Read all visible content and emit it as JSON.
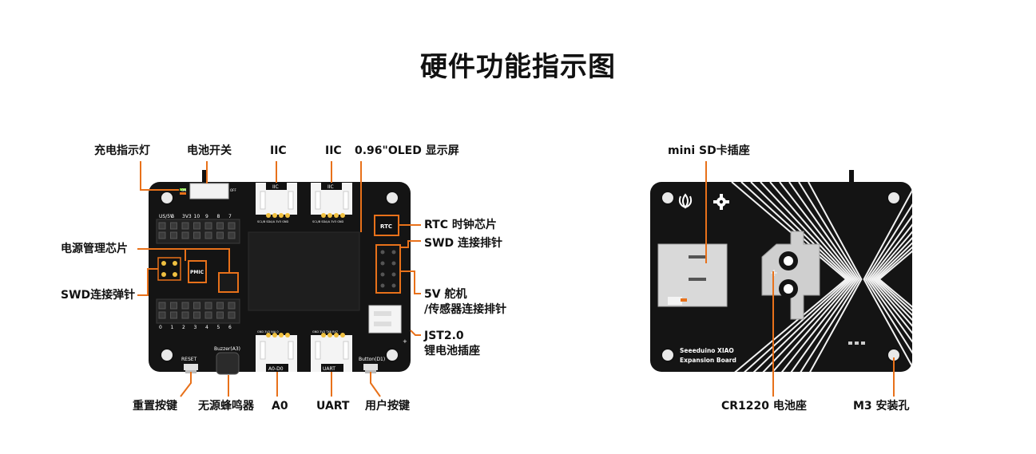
{
  "title": "硬件功能指示图",
  "left_board": {
    "callouts": {
      "charge_led": "充电指示灯",
      "battery_switch": "电池开关",
      "iic_1": "IIC",
      "iic_2": "IIC",
      "oled": "0.96\"OLED 显示屏",
      "rtc": "RTC 时钟芯片",
      "swd_header": "SWD 连接排针",
      "pmic": "电源管理芯片",
      "swd_pogo": "SWD连接弹针",
      "servo_line1": "5V 舵机",
      "servo_line2": "/传感器连接排针",
      "jst_line1": "JST2.0",
      "jst_line2": "锂电池插座",
      "reset_button": "重置按键",
      "buzzer": "无源蜂鸣器",
      "a0": "A0",
      "uart": "UART",
      "user_button": "用户按键"
    },
    "silkscreen": {
      "switch_on": "ON",
      "switch_off": "OFF",
      "iic_tag": "IIC",
      "iic_pins": "SCL/B SDA/A 3V3 GND",
      "top_header": [
        "US/5V",
        "G",
        "3V3",
        "10",
        "9",
        "8",
        "7"
      ],
      "bottom_header": [
        "0",
        "1",
        "2",
        "3",
        "4",
        "5",
        "6"
      ],
      "pmic_tag": "PMIC",
      "rtc_tag": "RTC",
      "reset_tag": "RESET",
      "buzzer_tag": "Buzzer(A3)",
      "button_tag": "Button(D1)",
      "a0_tag": "A0-D0",
      "uart_tag": "UART",
      "a0_pins": "GND 3V3 N/A 0",
      "uart_pins": "GND 3V3 TX6 RX7"
    }
  },
  "right_board": {
    "callouts": {
      "sd_slot": "mini SD卡插座",
      "cr1220": "CR1220 电池座",
      "m3_hole": "M3 安装孔"
    },
    "silkscreen": {
      "name_line1": "Seeeduino XIAO",
      "name_line2": "Expansion Board",
      "plus": "+"
    }
  },
  "colors": {
    "accent": "#E8711A",
    "board": "#111111",
    "text": "#111111"
  }
}
